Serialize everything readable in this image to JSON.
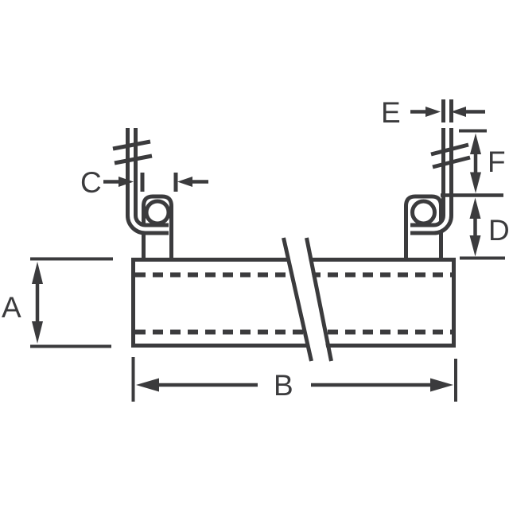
{
  "drawing": {
    "kind": "component-outline-dimension-drawing",
    "colors": {
      "line": "#3b3b3d",
      "background": "#ffffff"
    },
    "labels": {
      "a": "A",
      "b": "B",
      "c": "C",
      "d": "D",
      "e": "E",
      "f": "F"
    }
  }
}
